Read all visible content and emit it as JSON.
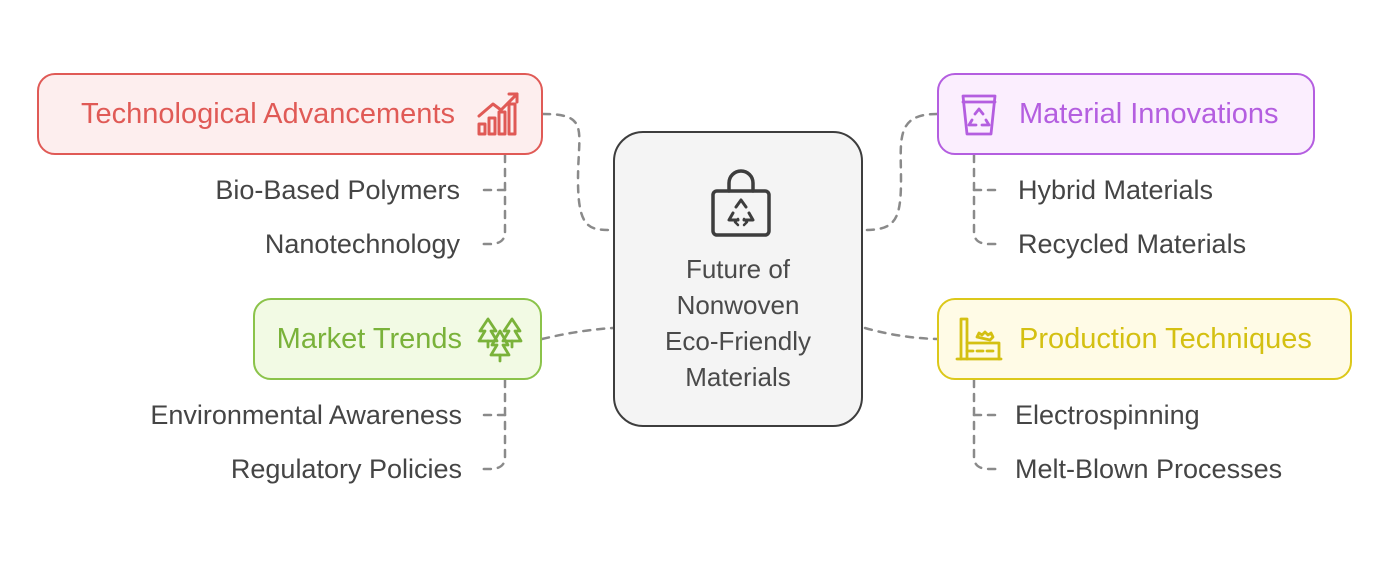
{
  "center": {
    "title": "Future of\nNonwoven\nEco-Friendly\nMaterials",
    "icon": "recycle-bag-icon"
  },
  "colors": {
    "technological": "#e05a56",
    "market": "#8bc34a",
    "material": "#b45ee0",
    "production": "#dcc81a",
    "connector": "#8a8a8a"
  },
  "categories": {
    "technological": {
      "label": "Technological Advancements",
      "icon": "growth-chart-icon",
      "items": [
        "Bio-Based Polymers",
        "Nanotechnology"
      ]
    },
    "market": {
      "label": "Market Trends",
      "icon": "trees-icon",
      "items": [
        "Environmental Awareness",
        "Regulatory Policies"
      ]
    },
    "material": {
      "label": "Material Innovations",
      "icon": "recycle-bin-icon",
      "items": [
        "Hybrid Materials",
        "Recycled Materials"
      ]
    },
    "production": {
      "label": "Production Techniques",
      "icon": "factory-icon",
      "items": [
        "Electrospinning",
        "Melt-Blown Processes"
      ]
    }
  }
}
